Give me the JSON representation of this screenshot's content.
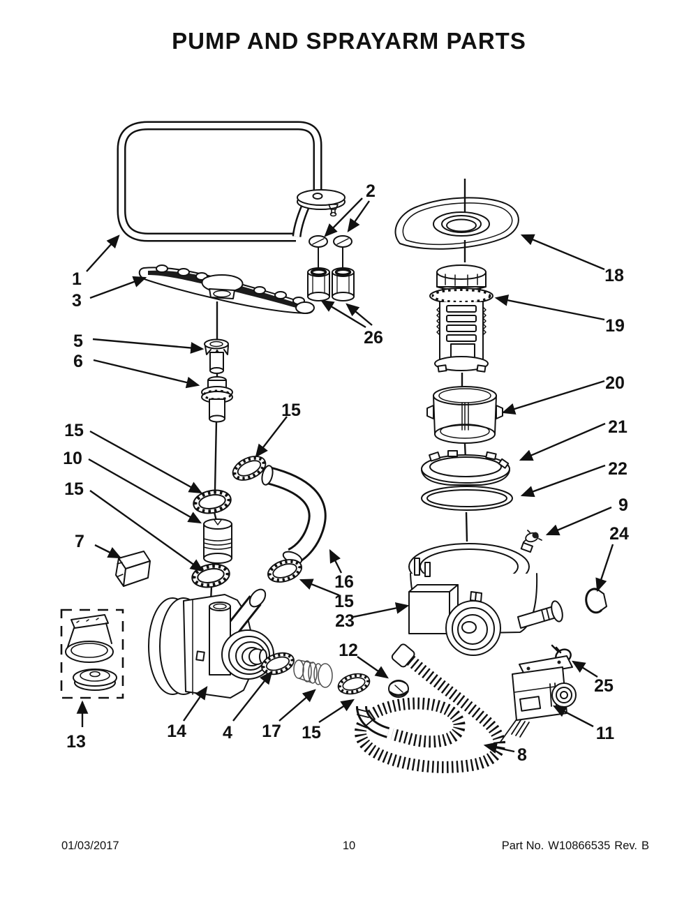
{
  "page": {
    "title": "PUMP AND SPRAYARM PARTS",
    "footer": {
      "date": "01/03/2017",
      "page_number": "10",
      "part_no_label": "Part No.",
      "part_number": "W10866535",
      "revision_label": "Rev.",
      "revision": "B"
    }
  },
  "diagram": {
    "ink_color": "#111111",
    "background_color": "#ffffff",
    "callouts": [
      "1",
      "3",
      "2",
      "26",
      "5",
      "6",
      "15",
      "15",
      "10",
      "15",
      "7",
      "13",
      "14",
      "4",
      "17",
      "15",
      "16",
      "15",
      "23",
      "12",
      "8",
      "18",
      "19",
      "20",
      "21",
      "22",
      "9",
      "24",
      "25",
      "11"
    ]
  }
}
